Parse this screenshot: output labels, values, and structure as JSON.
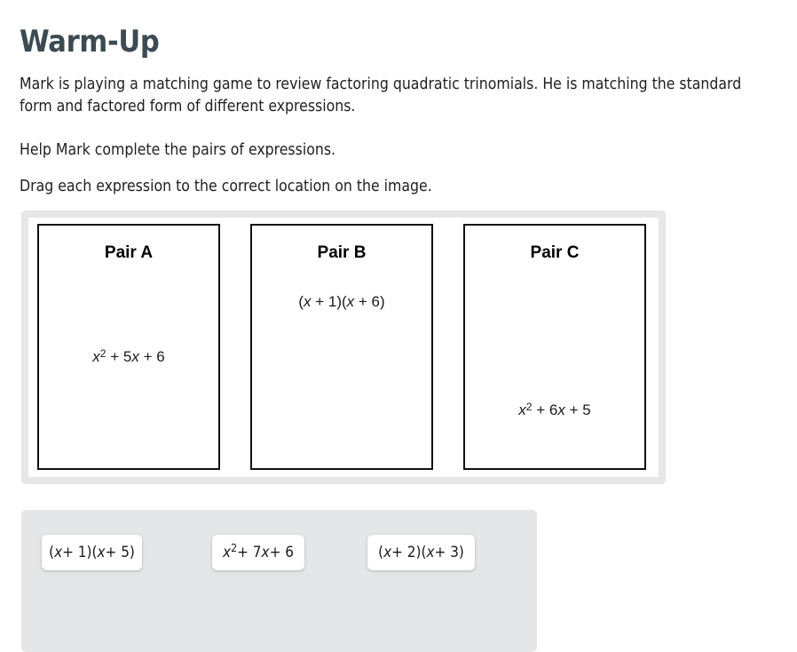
{
  "page": {
    "title": "Warm-Up",
    "title_color": "#3c4a52",
    "background": "#ffffff",
    "instructions": [
      "Mark is playing a matching game to review factoring quadratic trinomials. He is matching the standard form and factored form of different expressions.",
      "Help Mark complete the pairs of expressions.",
      "Drag each expression to the correct location on the image."
    ]
  },
  "board": {
    "background": "#ffffff",
    "frame_color": "#e7e7e7",
    "cards": [
      {
        "title": "Pair A",
        "expression_text": "x2 + 5x + 6",
        "expression_html": "<i>x</i><sup>2</sup> + 5<i>x</i> + 6",
        "expression_position": "middle",
        "filled": true,
        "empty_slot_position": "lower"
      },
      {
        "title": "Pair B",
        "expression_text": "(x + 1)(x + 6)",
        "expression_html": "(<i>x</i> + 1)(<i>x</i> + 6)",
        "expression_position": "upper",
        "filled": true,
        "empty_slot_position": "lower"
      },
      {
        "title": "Pair C",
        "expression_text": "x2 + 6x + 5",
        "expression_html": "<i>x</i><sup>2</sup> + 6<i>x</i> + 5",
        "expression_position": "lower",
        "filled": true,
        "empty_slot_position": "upper"
      }
    ]
  },
  "tray": {
    "background": "#e4e6e7",
    "tiles": [
      {
        "text": "(x + 1)(x + 5)",
        "html": "(<i>x</i> + 1)(<i>x</i> + 5)"
      },
      {
        "text": "x2 + 7x + 6",
        "html": "<i>x</i><sup>2</sup> + 7<i>x</i> + 6"
      },
      {
        "text": "(x + 2)(x + 3)",
        "html": "(<i>x</i> + 2)(<i>x</i> + 3)"
      }
    ]
  }
}
